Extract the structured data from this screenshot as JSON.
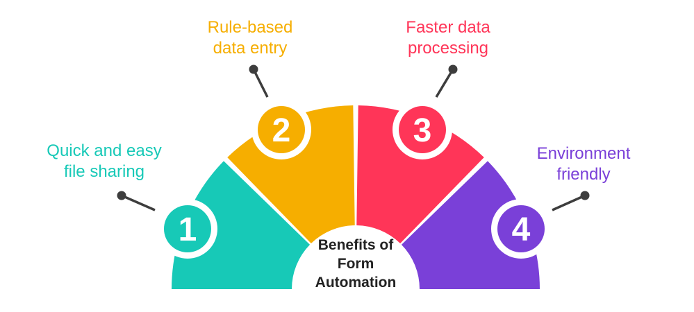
{
  "center_title": [
    "Benefits of",
    "Form",
    "Automation"
  ],
  "items": [
    {
      "number": "1",
      "label_lines": [
        "Quick and easy",
        "file sharing"
      ],
      "color": "#17C9B7"
    },
    {
      "number": "2",
      "label_lines": [
        "Rule-based",
        "data entry"
      ],
      "color": "#F6AE00"
    },
    {
      "number": "3",
      "label_lines": [
        "Faster data",
        "processing"
      ],
      "color": "#FF3558"
    },
    {
      "number": "4",
      "label_lines": [
        "Environment",
        "friendly"
      ],
      "color": "#7A40D8"
    }
  ],
  "colors": {
    "connector": "#3d3d3d",
    "center_text": "#222222",
    "badge_fill": "#ffffff"
  }
}
